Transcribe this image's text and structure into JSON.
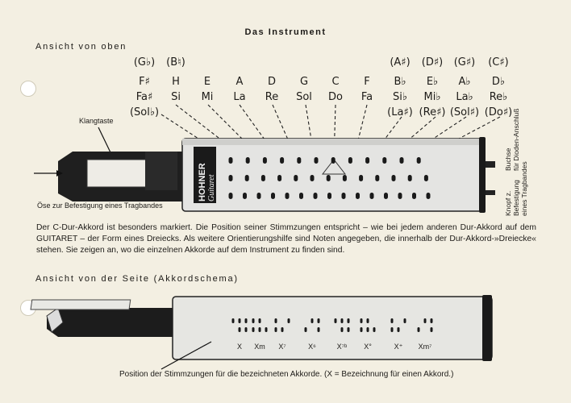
{
  "header": {
    "title": "Das Instrument"
  },
  "top_view": {
    "label": "Ansicht von oben",
    "note_columns": [
      {
        "paren_top": "(G♭)",
        "line1": "F♯",
        "line2": "Fa♯",
        "line3": "(Sol♭)"
      },
      {
        "paren_top": "(B♮)",
        "line1": "H",
        "line2": "Si",
        "line3": ""
      },
      {
        "paren_top": "",
        "line1": "E",
        "line2": "Mi",
        "line3": ""
      },
      {
        "paren_top": "",
        "line1": "A",
        "line2": "La",
        "line3": ""
      },
      {
        "paren_top": "",
        "line1": "D",
        "line2": "Re",
        "line3": ""
      },
      {
        "paren_top": "",
        "line1": "G",
        "line2": "Sol",
        "line3": ""
      },
      {
        "paren_top": "",
        "line1": "C",
        "line2": "Do",
        "line3": ""
      },
      {
        "paren_top": "",
        "line1": "F",
        "line2": "Fa",
        "line3": ""
      },
      {
        "paren_top": "(A♯)",
        "line1": "B♭",
        "line2": "Si♭",
        "line3": "(La♯)"
      },
      {
        "paren_top": "(D♯)",
        "line1": "E♭",
        "line2": "Mi♭",
        "line3": "(Re♯)"
      },
      {
        "paren_top": "(G♯)",
        "line1": "A♭",
        "line2": "La♭",
        "line3": "(Sol♯)"
      },
      {
        "paren_top": "(C♯)",
        "line1": "D♭",
        "line2": "Re♭",
        "line3": "(Do♯)"
      }
    ],
    "klangtaste_label": "Klangtaste",
    "ose_label": "Öse zur Befestigung eines Tragbandes",
    "buchse_label": "Buchse\nfür Dioden-Anschluß",
    "knopf_label": "Knopf z.\nBefestigung\neines Tragbandes",
    "brand_label": "HOHNER",
    "model_label": "Guitaret"
  },
  "description": "Der C-Dur-Akkord ist besonders markiert. Die Position seiner Stimmzungen entspricht – wie bei jedem anderen Dur-Akkord auf dem GUITARET – der Form eines Dreiecks. Als weitere Orientierungshilfe sind Noten angegeben, die innerhalb der Dur-Akkord-»Dreiecke« stehen. Sie zeigen an, wo die einzelnen Akkorde auf dem Instrument zu finden sind.",
  "side_view": {
    "label": "Ansicht von der Seite (Akkordschema)",
    "chords": [
      "X",
      "Xm",
      "X⁷",
      "X⁶",
      "X⁷ᵇ",
      "X°",
      "X⁺",
      "Xm⁷"
    ],
    "caption": "Position der Stimmzungen für die bezeichneten Akkorde. (X = Bezeichnung für einen Akkord.)"
  }
}
